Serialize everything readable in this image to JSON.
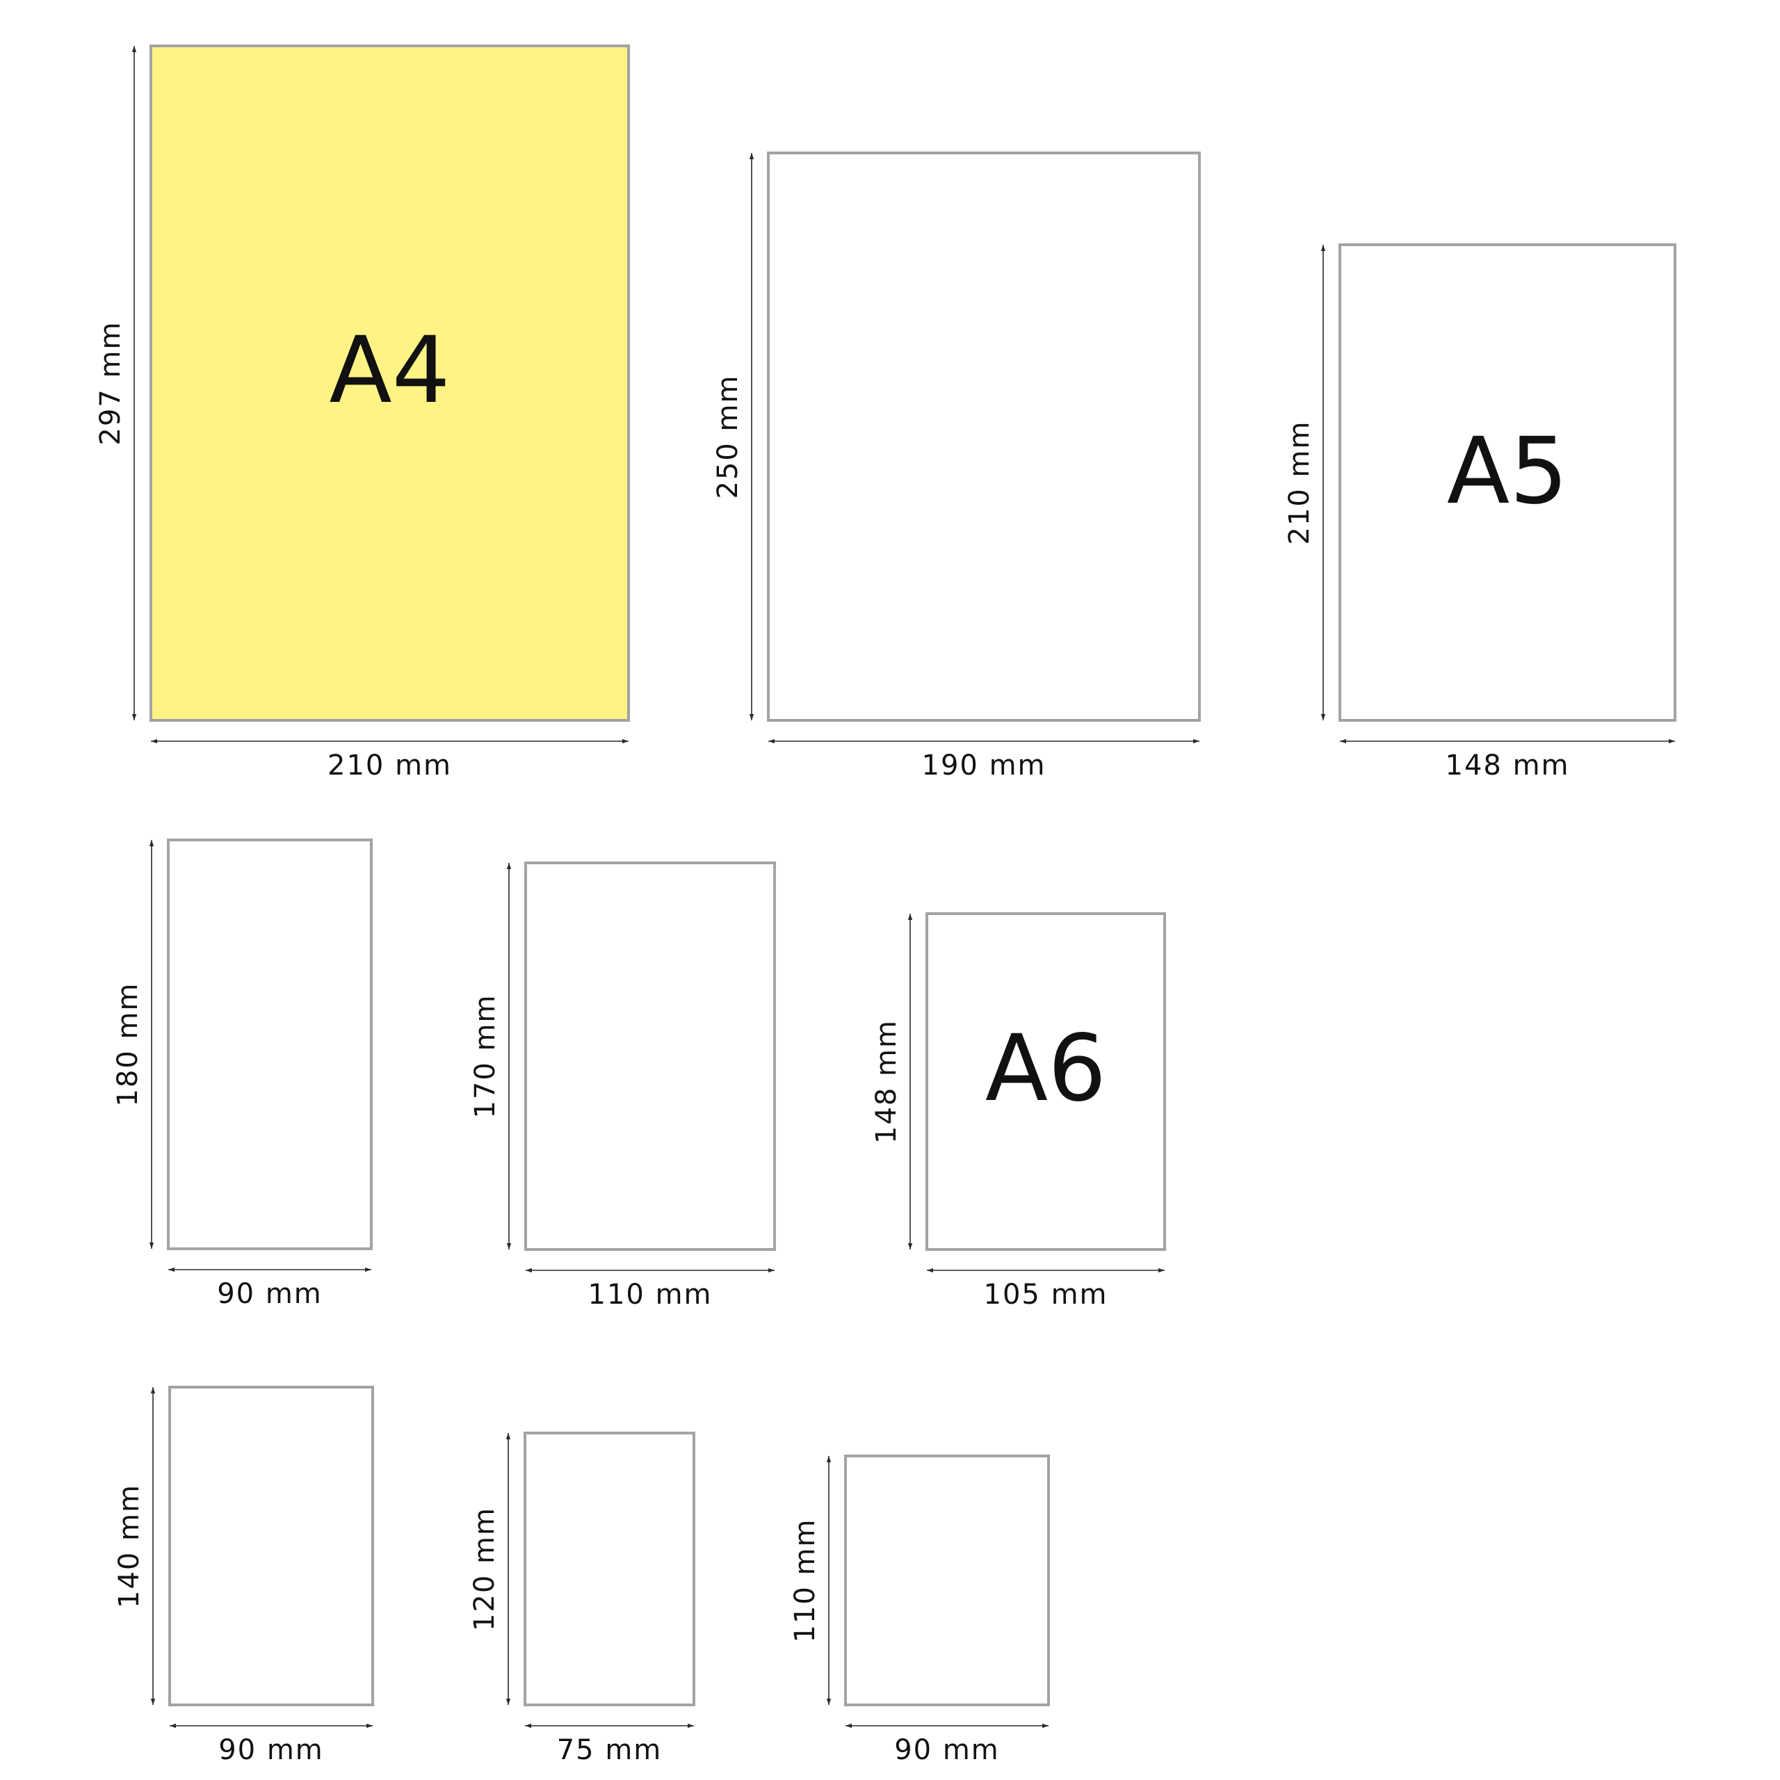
{
  "colors": {
    "highlight_fill": "#fff385",
    "sheet_fill": "#ffffff",
    "sheet_stroke": "#a3a3a3"
  },
  "formats": [
    {
      "label": "A4",
      "width": "210 mm",
      "height": "297 mm",
      "highlight": true
    },
    {
      "label": "",
      "width": "190 mm",
      "height": "250 mm",
      "highlight": false
    },
    {
      "label": "A5",
      "width": "148 mm",
      "height": "210 mm",
      "highlight": false
    },
    {
      "label": "",
      "width": "90 mm",
      "height": "180 mm",
      "highlight": false
    },
    {
      "label": "",
      "width": "110 mm",
      "height": "170 mm",
      "highlight": false
    },
    {
      "label": "A6",
      "width": "105 mm",
      "height": "148 mm",
      "highlight": false
    },
    {
      "label": "",
      "width": "90 mm",
      "height": "140 mm",
      "highlight": false
    },
    {
      "label": "",
      "width": "75 mm",
      "height": "120 mm",
      "highlight": false
    },
    {
      "label": "",
      "width": "90 mm",
      "height": "110 mm",
      "highlight": false
    }
  ]
}
